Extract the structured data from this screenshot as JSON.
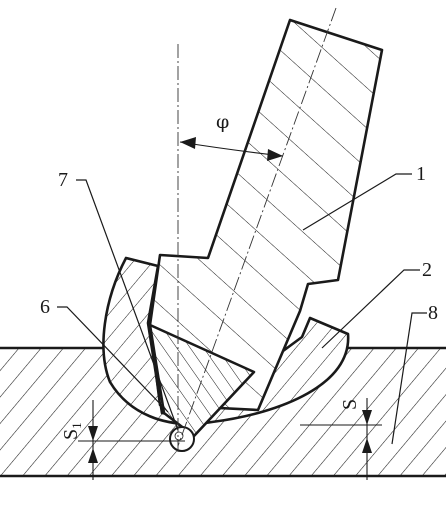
{
  "figure": {
    "angle_symbol": "φ",
    "clearance_symbol": "S",
    "clearance1_symbol": "S",
    "clearance1_subscript": "1",
    "callouts": [
      {
        "id": "callout-1",
        "label": "1"
      },
      {
        "id": "callout-2",
        "label": "2"
      },
      {
        "id": "callout-6",
        "label": "6"
      },
      {
        "id": "callout-7",
        "label": "7"
      },
      {
        "id": "callout-8",
        "label": "8"
      }
    ]
  },
  "colors": {
    "line": "#1a1a1a",
    "background": "#ffffff"
  }
}
